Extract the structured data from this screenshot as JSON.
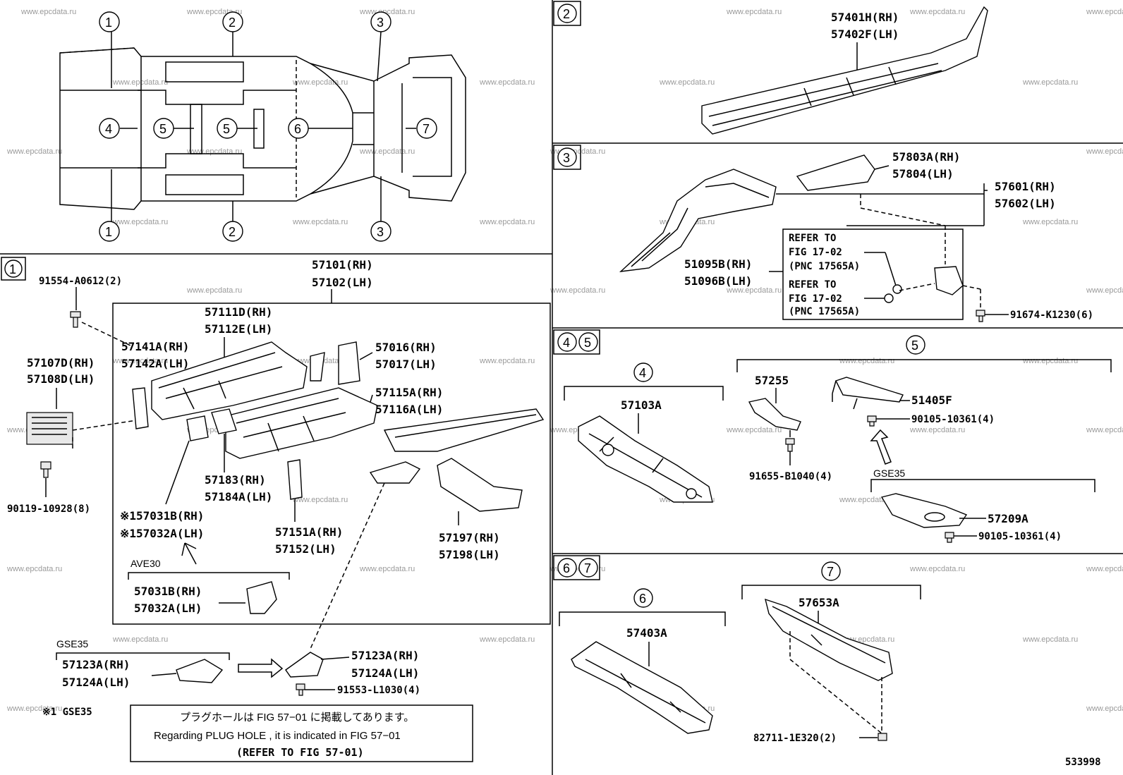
{
  "watermark": "www.epcdata.ru",
  "diagram_id": "533998",
  "overview": {
    "callout_top": [
      "1",
      "2",
      "3"
    ],
    "callout_mid": [
      "4",
      "5",
      "5",
      "6",
      "7"
    ],
    "callout_bottom": [
      "1",
      "2",
      "3"
    ]
  },
  "panel1": {
    "tag": "1",
    "bolt_top": "91554-A0612(2)",
    "bolt_bottom": "90119-10928(8)",
    "side_part": [
      "57107D(RH)",
      "57108D(LH)"
    ],
    "main_part": [
      "57101(RH)",
      "57102(LH)"
    ],
    "p57111": [
      "57111D(RH)",
      "57112E(LH)"
    ],
    "p57141": [
      "57141A(RH)",
      "57142A(LH)"
    ],
    "p57016": [
      "57016(RH)",
      "57017(LH)"
    ],
    "p57115": [
      "57115A(RH)",
      "57116A(LH)"
    ],
    "p57183": [
      "57183(RH)",
      "57184A(LH)"
    ],
    "p57031": [
      "※157031B(RH)",
      "※157032A(LH)"
    ],
    "p57151": [
      "57151A(RH)",
      "57152(LH)"
    ],
    "p57197": [
      "57197(RH)",
      "57198(LH)"
    ],
    "ave30_label": "AVE30",
    "ave30_part": [
      "57031B(RH)",
      "57032A(LH)"
    ],
    "gse35_label": "GSE35",
    "gse35_part": [
      "57123A(RH)",
      "57124A(LH)"
    ],
    "p57123_right": [
      "57123A(RH)",
      "57124A(LH)"
    ],
    "bolt_91553": "91553-L1030(4)",
    "footnote": "※1 GSE35"
  },
  "note_box": {
    "line1": "プラグホールは FIG 57−01 に掲載してあります。",
    "line2": "Regarding  PLUG  HOLE , it is indicated in  FIG  57−01",
    "line3": "(REFER TO FIG 57-01)"
  },
  "panel2": {
    "tag": "2",
    "part": [
      "57401H(RH)",
      "57402F(LH)"
    ]
  },
  "panel3": {
    "tag": "3",
    "p57803": [
      "57803A(RH)",
      "57804(LH)"
    ],
    "p57601": [
      "57601(RH)",
      "57602(LH)"
    ],
    "p51095": [
      "51095B(RH)",
      "51096B(LH)"
    ],
    "refer1": [
      "REFER TO",
      "FIG 17-02",
      "(PNC 17565A)"
    ],
    "refer2": [
      "REFER TO",
      "FIG 17-02",
      "(PNC 17565A)"
    ],
    "bolt": "91674-K1230(6)"
  },
  "panel45": {
    "tags": [
      "4",
      "5"
    ],
    "sub4": "4",
    "sub5": "5",
    "p57103": "57103A",
    "p57255": "57255",
    "p51405": "51405F",
    "bolt_90105a": "90105-10361(4)",
    "bolt_91655": "91655-B1040(4)",
    "gse35_label": "GSE35",
    "p57209": "57209A",
    "bolt_90105b": "90105-10361(4)"
  },
  "panel67": {
    "tags": [
      "6",
      "7"
    ],
    "sub6": "6",
    "sub7": "7",
    "p57403": "57403A",
    "p57653": "57653A",
    "clip": "82711-1E320(2)"
  }
}
